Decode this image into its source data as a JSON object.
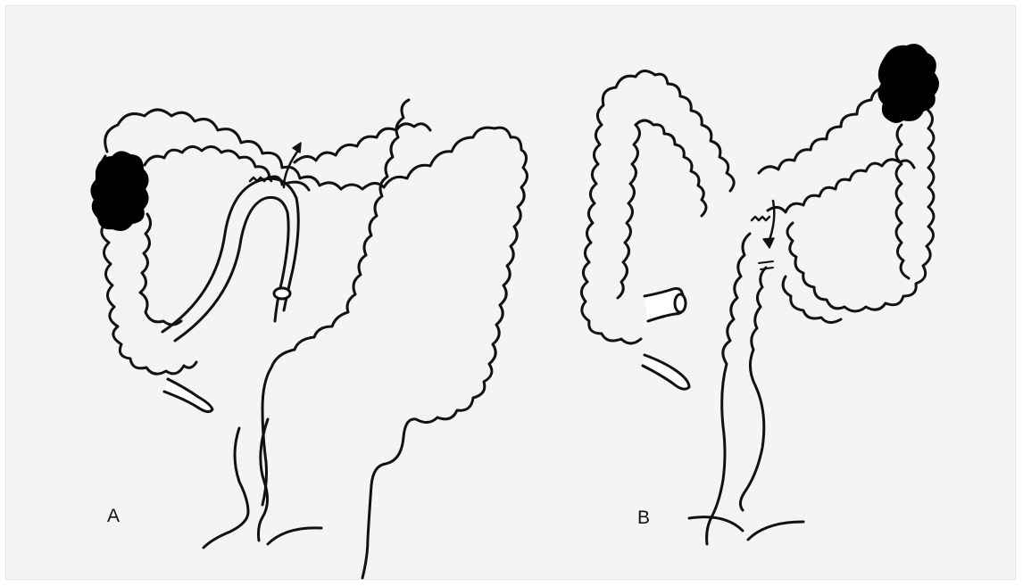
{
  "figure": {
    "panels": [
      {
        "id": "A",
        "label": "A"
      },
      {
        "id": "B",
        "label": "B"
      }
    ],
    "colors": {
      "background": "#f4f4f4",
      "outline": "#111111",
      "lesion": "#000000"
    }
  }
}
